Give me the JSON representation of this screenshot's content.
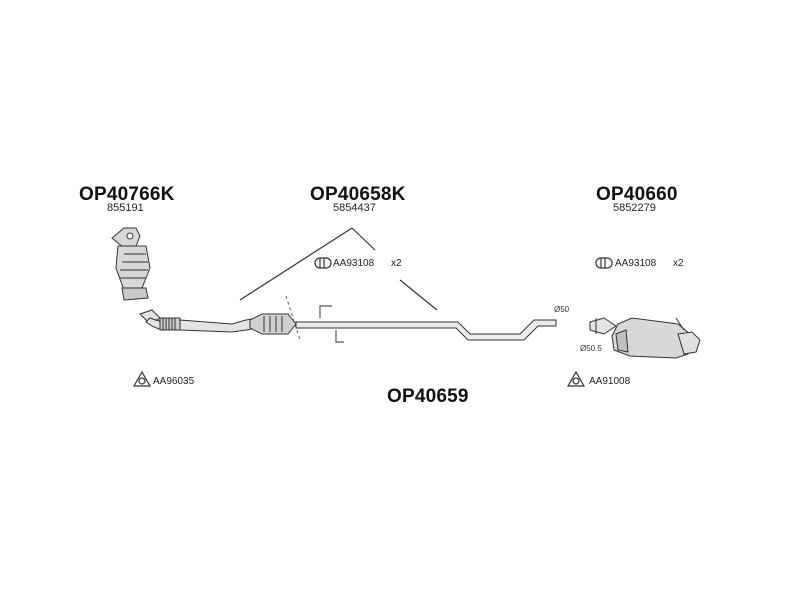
{
  "parts": {
    "front": {
      "code": "OP40766K",
      "oem": "855191"
    },
    "cat": {
      "code": "OP40658K",
      "oem": "5854437"
    },
    "rear": {
      "code": "OP40660",
      "oem": "5852279"
    },
    "middle": {
      "code": "OP40659"
    }
  },
  "accessories": {
    "clamp_cat": {
      "code": "AA93108",
      "qty": "x2"
    },
    "clamp_rear": {
      "code": "AA93108",
      "qty": "x2"
    },
    "gasket_front": {
      "code": "AA96035"
    },
    "gasket_rear": {
      "code": "AA91008"
    }
  },
  "dimensions": {
    "pipe_dia": "Ø50",
    "rear_dia": "Ø50.5"
  },
  "colors": {
    "line": "#333333",
    "part_fill": "#d8d8d8"
  }
}
